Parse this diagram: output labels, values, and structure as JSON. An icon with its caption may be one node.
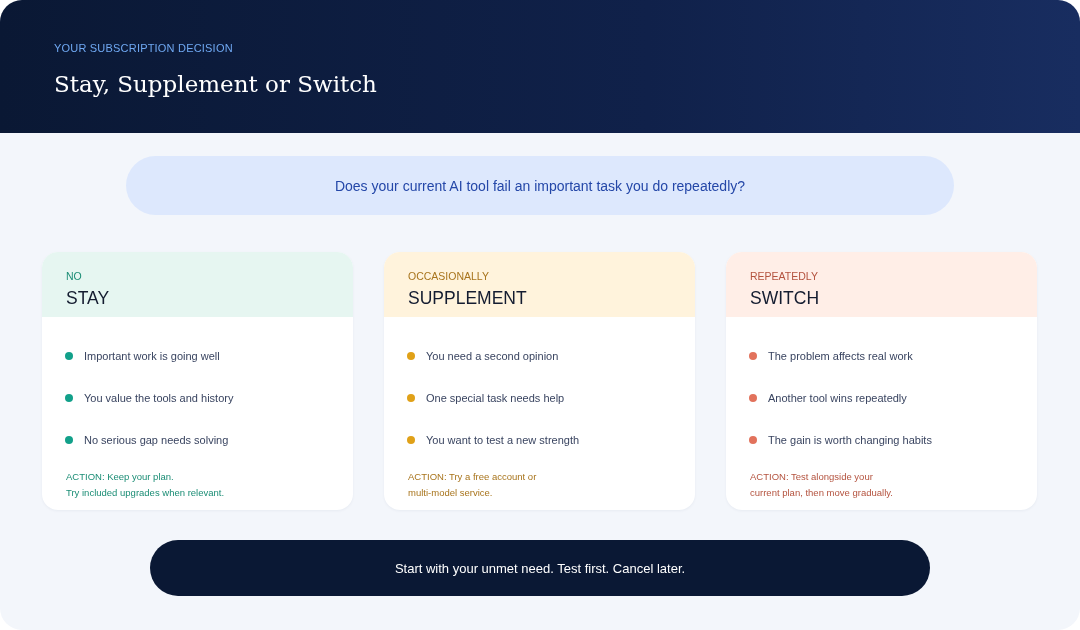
{
  "diagram": {
    "title": "Stay, Supplement or Switch",
    "nodes": [
      {
        "text": [
          "Does your current AI tool fail an important task you do repeatedly?"
        ]
      },
      {
        "text": [
          "NO",
          "STAY",
          "Important work is going well",
          "You value the tools and history",
          "No serious gap needs solving",
          "ACTION: Keep your plan.",
          "Try included upgrades when relevant."
        ]
      },
      {
        "text": [
          "OCCASIONALLY",
          "SUPPLEMENT",
          "You need a second opinion",
          "One special task needs help",
          "You want to test a new strength",
          "ACTION: Try a free account or",
          "multi-model service."
        ]
      },
      {
        "text": [
          "REPEATEDLY",
          "SWITCH",
          "The problem affects real work",
          "Another tool wins repeatedly",
          "The gain is worth changing habits",
          "ACTION: Test alongside your",
          "current plan, then move gradually."
        ]
      },
      {
        "text": [
          "Start with your unmet need. Test first. Cancel later."
        ]
      }
    ],
    "labels": [
      "YOUR SUBSCRIPTION DECISION"
    ]
  }
}
